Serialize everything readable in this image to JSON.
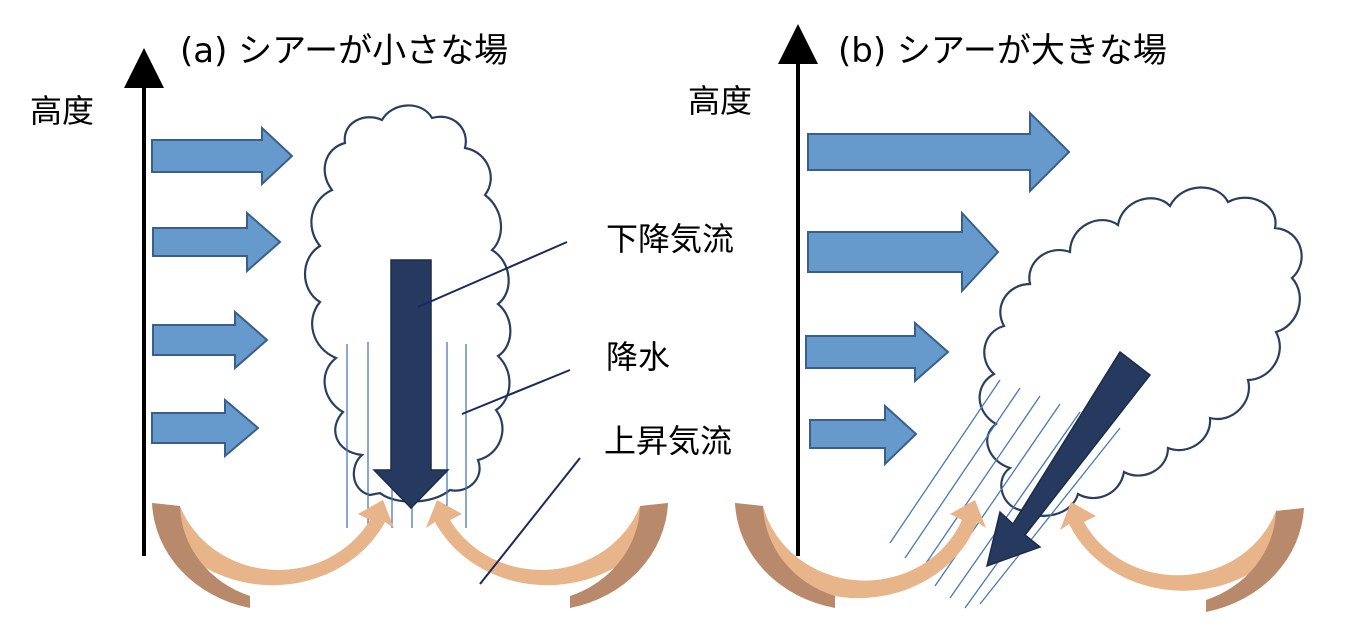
{
  "panel_a": {
    "title": "(a) シアーが小さな場",
    "axis_label": "高度"
  },
  "panel_b": {
    "title": "(b) シアーが大きな場",
    "axis_label": "高度"
  },
  "labels": {
    "downdraft": "下降気流",
    "precipitation": "降水",
    "updraft": "上昇気流"
  },
  "colors": {
    "wind_arrow_fill": "#6699cc",
    "wind_arrow_stroke": "#3a5f8a",
    "downdraft_fill": "#253a5e",
    "cloud_stroke": "#2a3f5f",
    "rain_line": "#4a78b8",
    "updraft_light": "#e8b48a",
    "updraft_dark": "#b8896a",
    "leader_line": "#1a2a5a"
  }
}
